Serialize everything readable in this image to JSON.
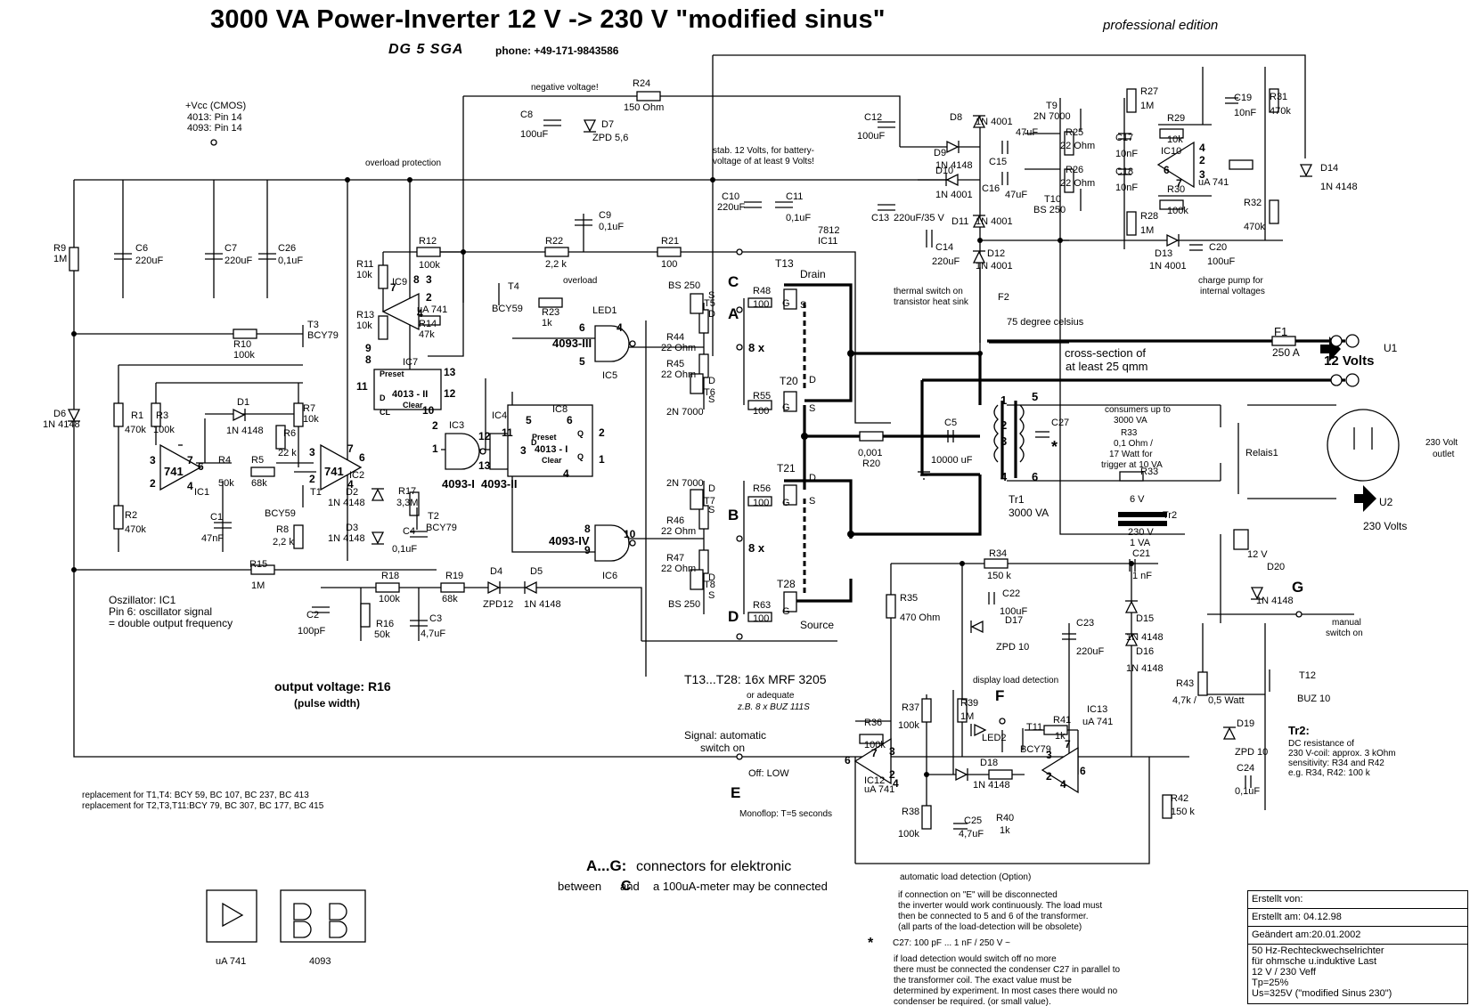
{
  "header": {
    "title": "3000 VA   Power-Inverter     12 V -> 230 V \"modified sinus\"",
    "edition": "professional edition",
    "callsign": "DG 5 SGA",
    "phone": "phone: +49-171-9843586"
  },
  "info_box": {
    "created_by": "Erstellt von:",
    "created_on": "Erstellt am:   04.12.98",
    "changed_on": "Geändert am:20.01.2002",
    "description": [
      "50 Hz-Rechteckwechselrichter",
      "für ohmsche u.induktive Last",
      "12 V / 230 Veff",
      "Tp=25%",
      "Us=325V (\"modified Sinus 230\")"
    ]
  },
  "labels": {
    "vcc": "+Vcc (CMOS)",
    "vcc_4013": "4013: Pin 14",
    "vcc_4093": "4093: Pin 14",
    "overload_protection": "overload protection",
    "negative_voltage": "negative voltage!",
    "stab_line1": "stab. 12 Volts, for battery-",
    "stab_line2": "voltage of at least 9 Volts!",
    "overload": "overload",
    "thermal1": "thermal switch on",
    "thermal2": "transistor heat sink",
    "deg75": "75 degree celsius",
    "charge1": "charge pump for",
    "charge2": "internal voltages",
    "cross1": "cross-section of",
    "cross2": "at least 25 qmm",
    "twelve_volts": "12 Volts",
    "u1": "U1",
    "consumers1": "consumers up to",
    "consumers2": "3000 VA",
    "r33_1": "R33",
    "r33_2": "0,1 Ohm /",
    "r33_3": "17 Watt for",
    "r33_4": "trigger at 10 VA",
    "outlet1": "230 Volt",
    "outlet2": "outlet",
    "u2": "U2",
    "v230": "230 Volts",
    "osc1": "Oszillator: IC1",
    "osc2": "Pin 6: oscillator signal",
    "osc3": "= double output frequency",
    "outv1": "output voltage: R16",
    "outv2": "(pulse width)",
    "mosfets": "T13...T28: 16x MRF 3205",
    "or_adequate": "or adequate",
    "buz": "z.B. 8 x BUZ 111S",
    "signal1": "Signal: automatic",
    "signal2": "switch on",
    "off_low": "Off: LOW",
    "monoflop": "Monoflop: T=5 seconds",
    "repl1": "replacement for  T1,T4:      BCY 59, BC 107, BC 237, BC 413",
    "repl2": "replacement for T2,T3,T11:BCY 79, BC 307, BC 177, BC 415",
    "connectors_ag": "A...G:",
    "connectors_rest": " connectors for elektronic",
    "between": "between",
    "and": "and",
    "meter": " a 100uA-meter  may be connected",
    "display_load": "display load detection",
    "auto_load": "automatic load detection  (Option)",
    "note1": [
      "if connection on \"E\" will be disconnected",
      "the inverter would work continuously. The load must",
      "then be connected to 5 and 6  of the transformer.",
      "(all parts of the load-detection will be obsolete)"
    ],
    "c27_note": "C27: 100 pF ... 1 nF /   250 V ~",
    "note2": [
      "if load detection would switch  off no more",
      "there must be connected the  condenser C27 in parallel to",
      "the transformer coil. The exact value must be",
      "determined by experiment.  In most cases there would no",
      "condenser be required. (or small value)."
    ],
    "tr2_title": "Tr2:",
    "tr2_lines": [
      "DC resistance of",
      "230 V-coil: approx. 3 kOhm",
      "sensitivity: R34 and R42",
      "e.g. R34, R42: 100 k"
    ],
    "manual1": "manual",
    "manual2": "switch on",
    "ua741": "uA 741",
    "ic4093": "4093",
    "relais1": "Relais1",
    "relais2": "12 V",
    "tr1": "Tr1",
    "tr1_va": "3000 VA",
    "tr2_6v": "6 V",
    "tr2_230": "230 V",
    "tr2_1va": "1 VA",
    "eight_x": "8 x",
    "drain": "Drain",
    "source": "Source",
    "asterisk": "*",
    "f1": "F1",
    "f1v": "250 A",
    "f2": "F2"
  },
  "connectors": [
    "A",
    "B",
    "C",
    "D",
    "E",
    "F",
    "G"
  ],
  "colors": {
    "ink": "#000000",
    "paper": "#ffffff"
  }
}
